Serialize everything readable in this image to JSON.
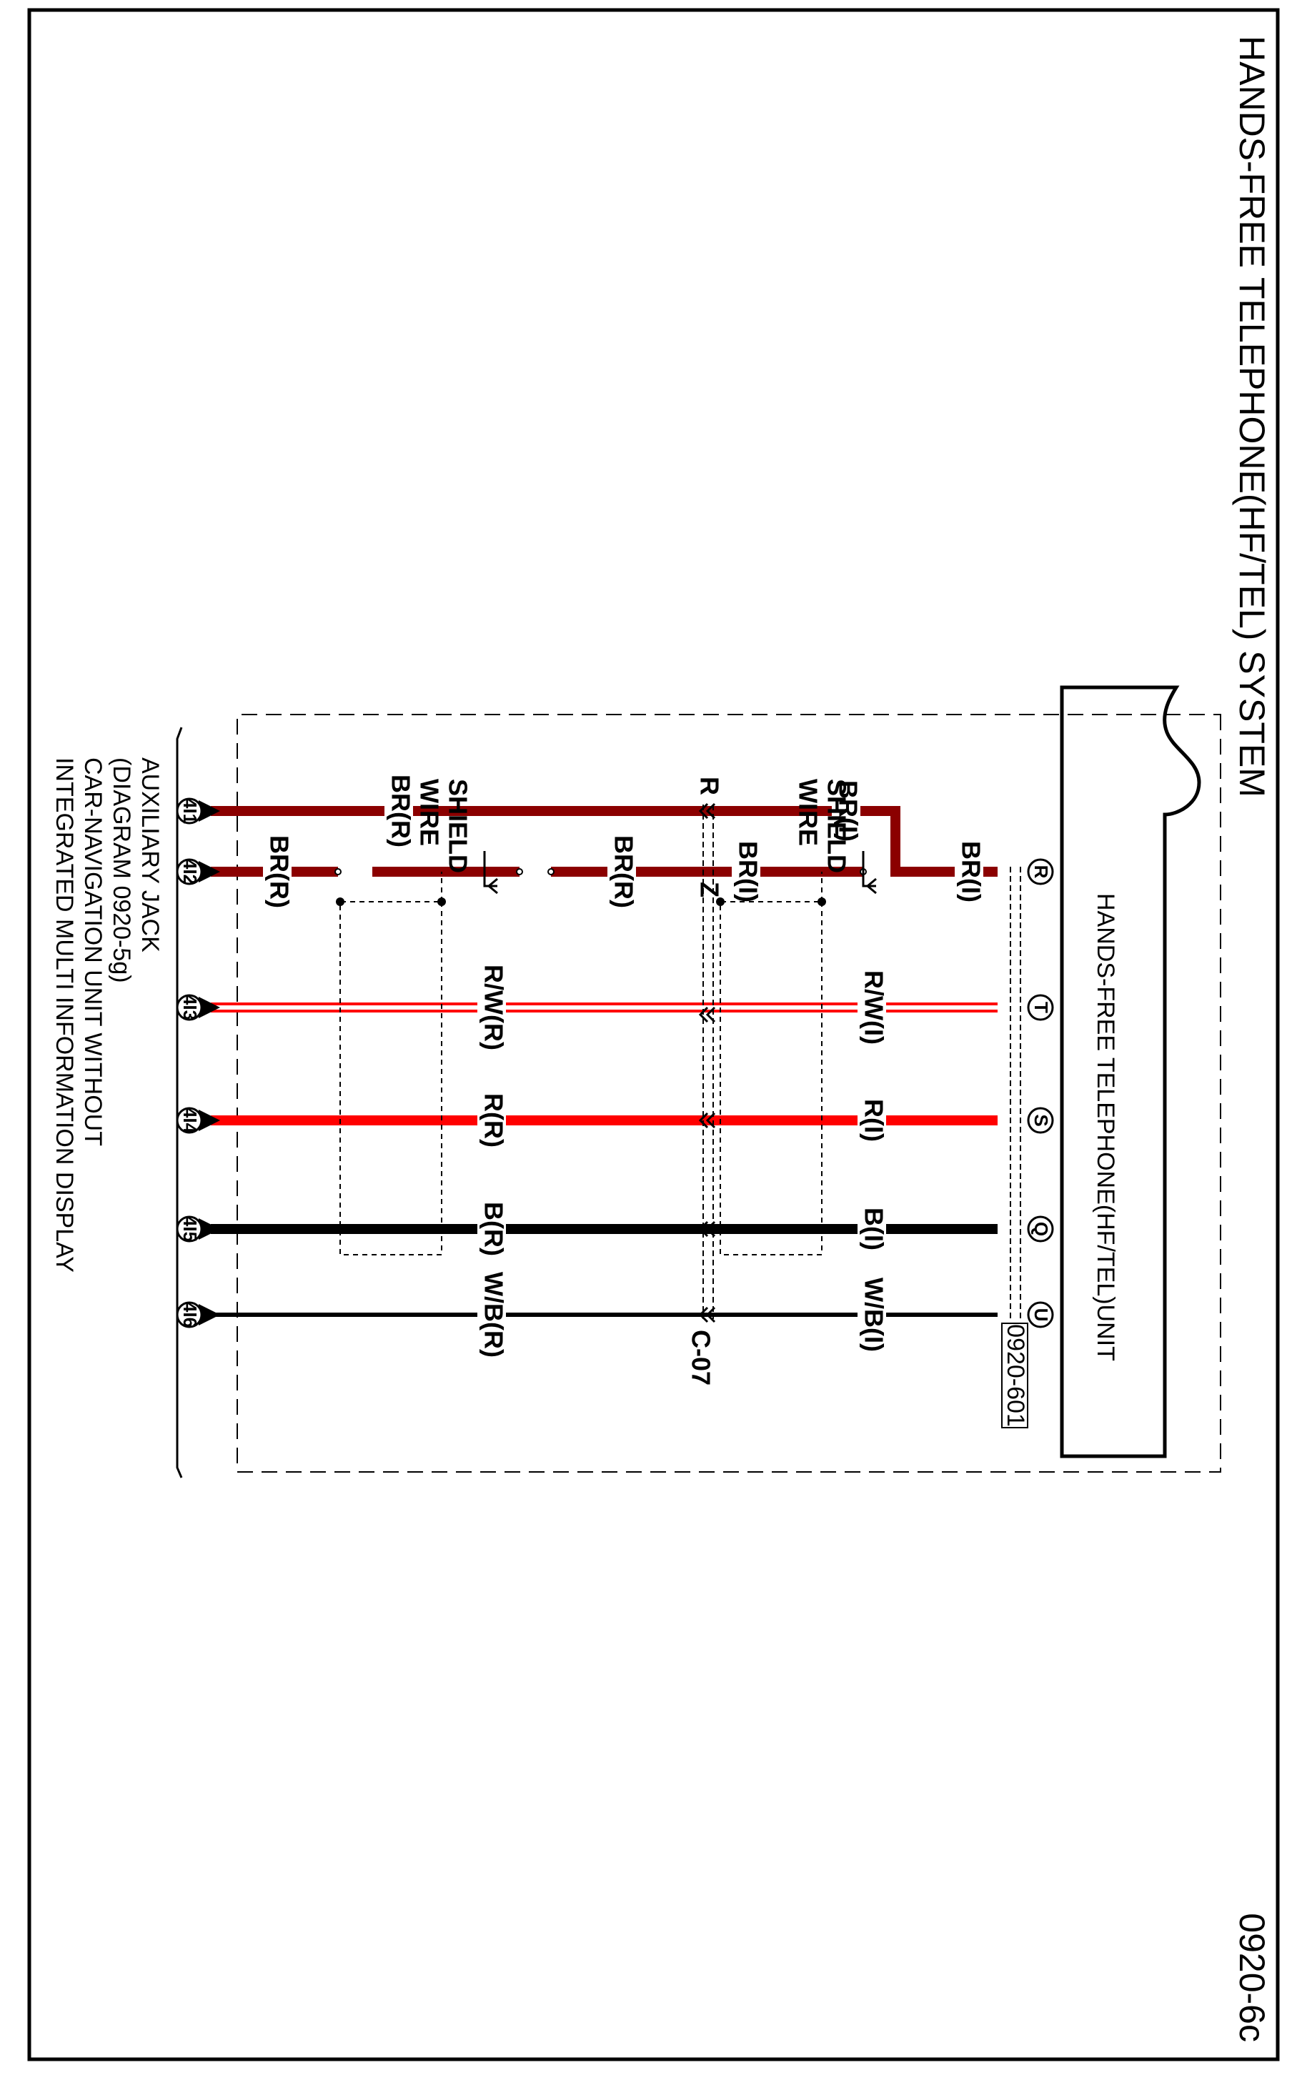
{
  "page": {
    "title": "HANDS-FREE TELEPHONE(HF/TEL) SYSTEM",
    "page_number": "0920-6c"
  },
  "unit": {
    "name": "HANDS-FREE TELEPHONE(HF/TEL)UNIT",
    "connector": "0920-601",
    "pins": [
      "R",
      "T",
      "S",
      "Q",
      "U"
    ]
  },
  "shield": {
    "label_line1": "SHIELD",
    "label_line2": "WIRE"
  },
  "junction": {
    "connector": "C-07",
    "r_label": "R",
    "z_label": "Z"
  },
  "aux": {
    "line1": "AUXILIARY JACK",
    "line2": "(DIAGRAM  0920-5g)",
    "line3": "CAR-NAVIGATION UNIT WITHOUT",
    "line4": "INTEGRATED MULTI INFORMATION DISPLAY",
    "pins": [
      "4I1",
      "4I2",
      "4I3",
      "4I4",
      "4I5",
      "4I6"
    ]
  },
  "wires": {
    "w1": {
      "unit_side": "BR(R)",
      "jack_side": "BR(I)"
    },
    "w2": {
      "unit_side": "BR(R)",
      "mid_unit": "BR(R)",
      "mid_jack": "BR(I)",
      "jack_side": "BR(I)"
    },
    "w3": {
      "unit_side": "R/W(R)",
      "jack_side": "R/W(I)"
    },
    "w4": {
      "unit_side": "R(R)",
      "jack_side": "R(I)"
    },
    "w5": {
      "unit_side": "B(R)",
      "jack_side": "B(I)"
    },
    "w6": {
      "unit_side": "W/B(R)",
      "jack_side": "W/B(I)"
    }
  },
  "colors": {
    "brown": "#8B0000",
    "red": "#FF0000",
    "black": "#000000",
    "white": "#FFFFFF"
  }
}
